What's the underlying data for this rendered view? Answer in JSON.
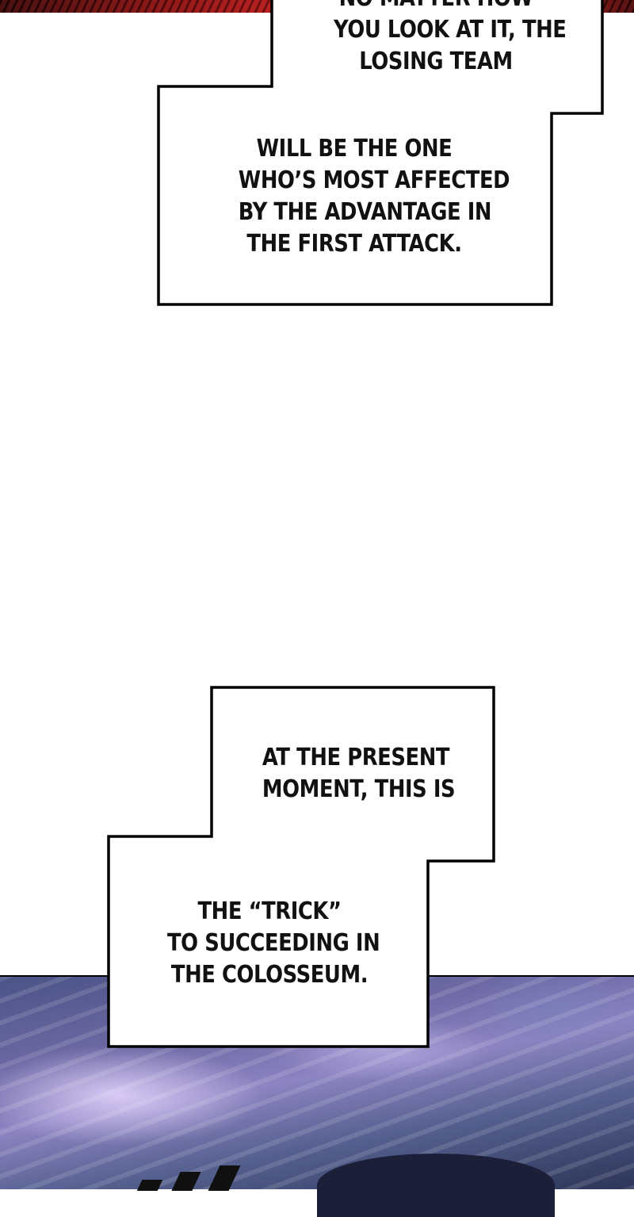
{
  "captions": [
    {
      "lines": [
        "NO MATTER HOW",
        "YOU LOOK AT IT, THE",
        "LOSING TEAM"
      ]
    },
    {
      "lines": [
        "WILL BE THE ONE",
        "WHO’S MOST AFFECTED",
        "BY THE ADVANTAGE IN",
        "THE FIRST ATTACK."
      ]
    },
    {
      "lines": [
        "AT THE PRESENT",
        "MOMENT, THIS IS"
      ]
    },
    {
      "lines": [
        "THE “TRICK”",
        "TO SUCCEEDING IN",
        "THE COLOSSEUM."
      ]
    }
  ]
}
